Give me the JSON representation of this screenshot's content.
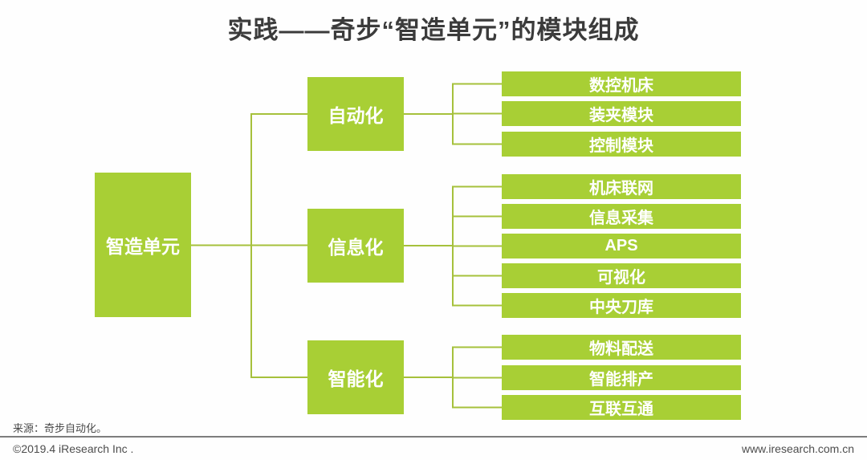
{
  "title": "实践——奇步“智造单元”的模块组成",
  "colors": {
    "box_green": "#a8cf35",
    "line_green": "#a6c13c",
    "title_text": "#3b3b3b",
    "box_text": "#ffffff",
    "footer_text": "#4d4d4d"
  },
  "root": {
    "label": "智造单元"
  },
  "groups": [
    {
      "label": "自动化",
      "children": [
        "数控机床",
        "装夹模块",
        "控制模块"
      ]
    },
    {
      "label": "信息化",
      "children": [
        "机床联网",
        "信息采集",
        "APS",
        "可视化",
        "中央刀库"
      ]
    },
    {
      "label": "智能化",
      "children": [
        "物料配送",
        "智能排产",
        "互联互通"
      ]
    }
  ],
  "footer": {
    "source": "来源：奇步自动化。",
    "copyright": "©2019.4 iResearch Inc .",
    "website": "www.iresearch.com.cn"
  }
}
